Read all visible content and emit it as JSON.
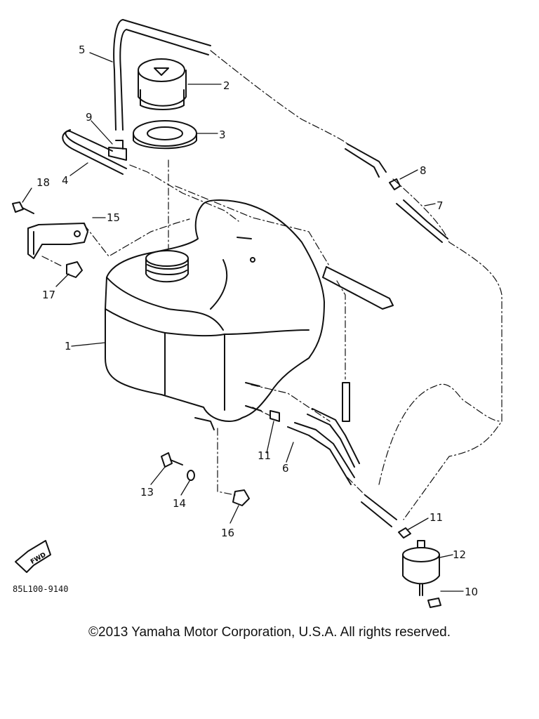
{
  "diagram": {
    "callouts": [
      "1",
      "2",
      "3",
      "4",
      "5",
      "6",
      "7",
      "8",
      "9",
      "10",
      "11",
      "11",
      "12",
      "13",
      "14",
      "15",
      "16",
      "17",
      "18"
    ],
    "part_code": "85L100-9140",
    "fwd_arrow_label": "FWD",
    "colors": {
      "line": "#111111",
      "background": "#ffffff"
    }
  },
  "footer": {
    "copyright": "©2013 Yamaha Motor Corporation, U.S.A. All rights reserved."
  }
}
